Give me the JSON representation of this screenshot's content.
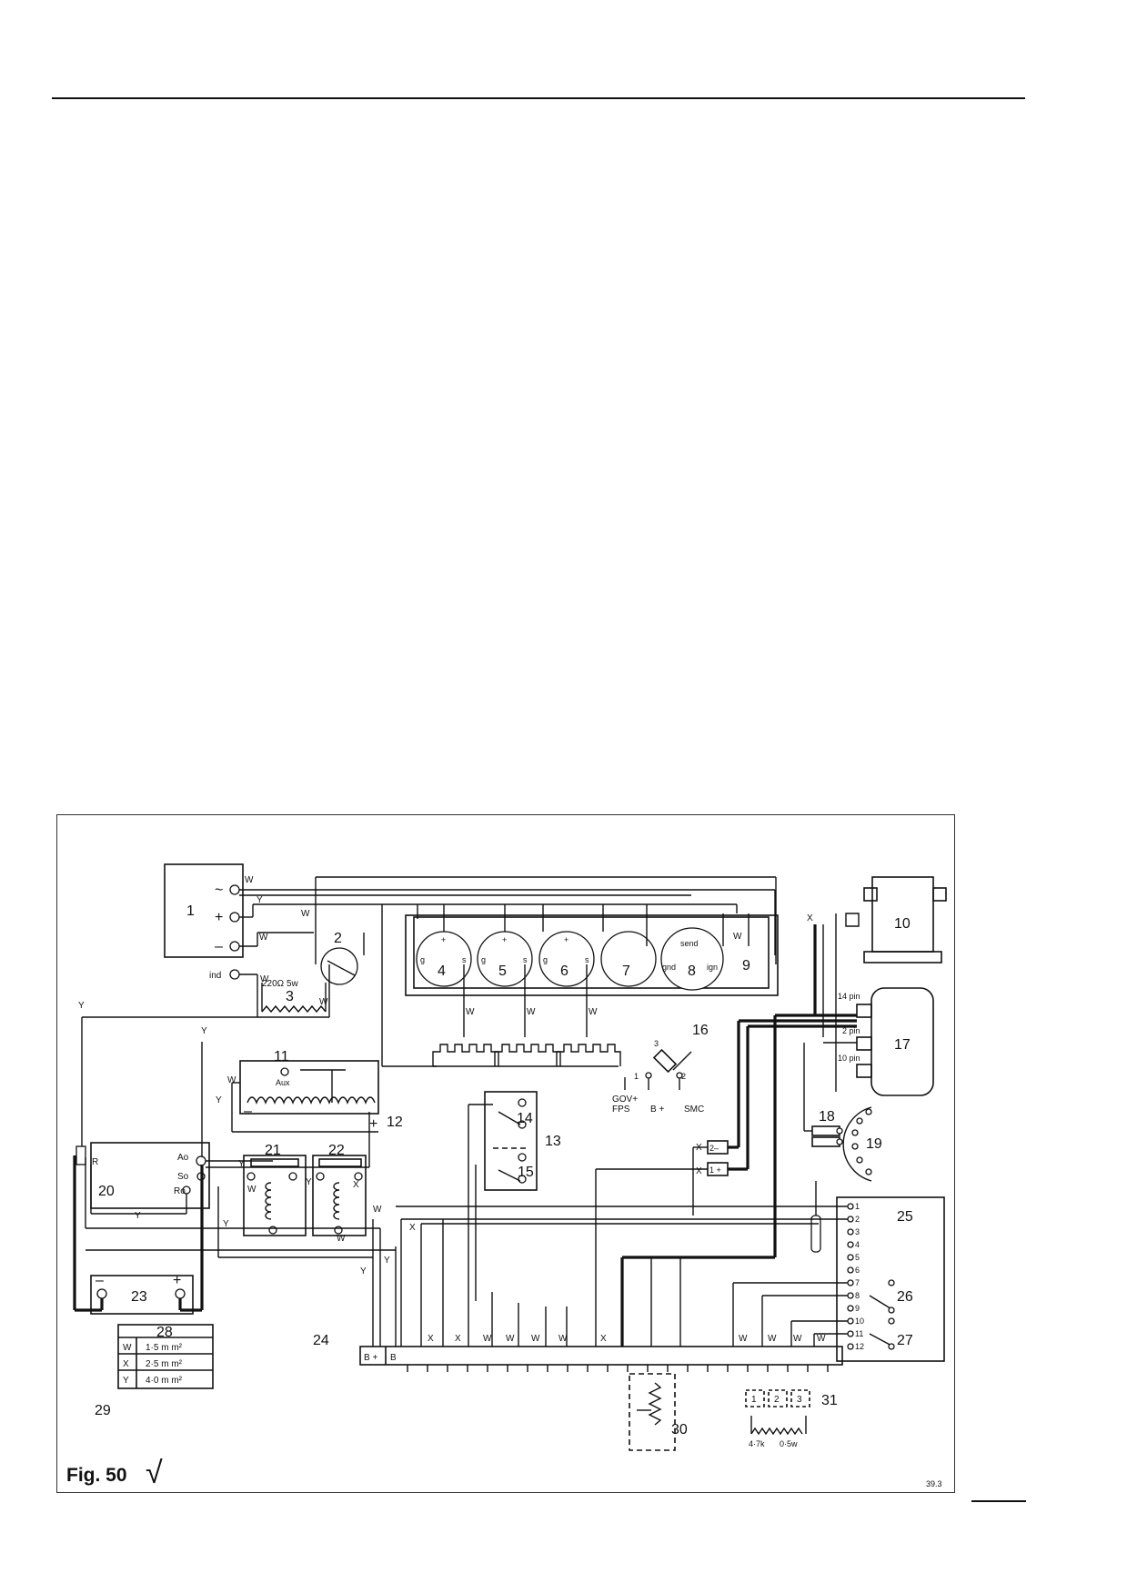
{
  "figure": {
    "caption": "Fig. 50",
    "page_ref": "39.3",
    "check_mark": "√"
  },
  "components": {
    "c1": "1",
    "c2": "2",
    "c3": "3",
    "c4": "4",
    "c5": "5",
    "c6": "6",
    "c7": "7",
    "c8": "8",
    "c9": "9",
    "c10": "10",
    "c11": "11",
    "c12": "12",
    "c13": "13",
    "c14": "14",
    "c15": "15",
    "c16": "16",
    "c17": "17",
    "c18": "18",
    "c19": "19",
    "c20": "20",
    "c21": "21",
    "c22": "22",
    "c23": "23",
    "c24": "24",
    "c25": "25",
    "c26": "26",
    "c27": "27",
    "c28": "28",
    "c29": "29",
    "c30": "30",
    "c31": "31"
  },
  "terminals": {
    "ac": "~",
    "plus": "+",
    "minus": "–",
    "ind": "ind",
    "resistor3": "220Ω 5w",
    "gauge_plus": "+",
    "gauge_g": "g",
    "gauge_s": "s",
    "send": "send",
    "gnd": "gnd",
    "ign": "ign",
    "aux": "Aux",
    "pin14": "14 pin",
    "pin2": "2 pin",
    "pin10": "10 pin",
    "gov_fps_1": "GOV+",
    "gov_fps_2": "FPS",
    "b_plus": "B +",
    "smc": "SMC",
    "s16_1": "1",
    "s16_2": "2",
    "s16_3": "3",
    "ao": "Ao",
    "so": "So",
    "ro": "Ro",
    "r": "R",
    "bplus_block": "B +",
    "b_block": "B",
    "fuse_neg": "2–",
    "fuse_pos": "1 +",
    "resistor31_a": "4·7k",
    "resistor31_b": "0·5w",
    "box31_1": "1",
    "box31_2": "2",
    "box31_3": "3",
    "pins25": [
      "1",
      "2",
      "3",
      "4",
      "5",
      "6",
      "7",
      "8",
      "9",
      "10",
      "11",
      "12"
    ]
  },
  "wire_codes": {
    "W": "W",
    "X": "X",
    "Y": "Y",
    "bottom_row": [
      "X",
      "X",
      "W",
      "W",
      "W",
      "W",
      "X",
      "W",
      "W",
      "W",
      "W"
    ]
  },
  "legend": {
    "title": "28",
    "rows": [
      {
        "code": "W",
        "size": "1·5 m m²"
      },
      {
        "code": "X",
        "size": "2·5 m m²"
      },
      {
        "code": "Y",
        "size": "4·0 m m²"
      }
    ]
  }
}
